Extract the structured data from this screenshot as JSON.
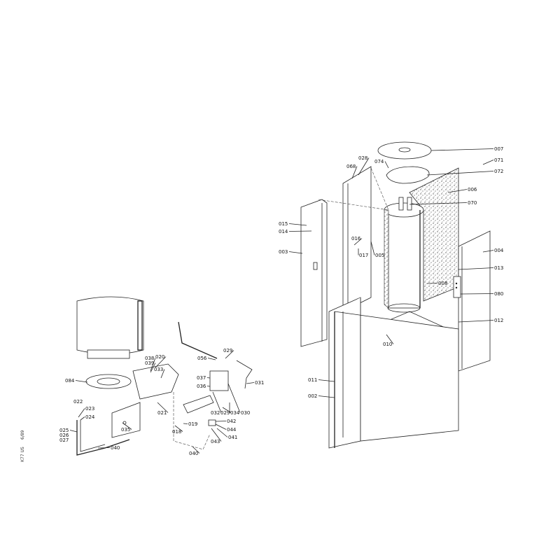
{
  "diagram": {
    "side_text": [
      "K77 US",
      "6/89"
    ],
    "right_assembly_labels": [
      "007",
      "074",
      "071",
      "072",
      "028",
      "068",
      "006",
      "070",
      "015",
      "014",
      "003",
      "016",
      "017",
      "005",
      "004",
      "013",
      "008",
      "080",
      "012",
      "010",
      "011",
      "002"
    ],
    "left_assembly_labels": [
      "038",
      "039",
      "020",
      "033",
      "084",
      "029",
      "056",
      "031",
      "037",
      "036",
      "022",
      "023",
      "024",
      "021",
      "035",
      "032",
      "029",
      "034",
      "030",
      "019",
      "018",
      "042",
      "044",
      "041",
      "043",
      "025",
      "026",
      "027",
      "040",
      "040"
    ]
  }
}
